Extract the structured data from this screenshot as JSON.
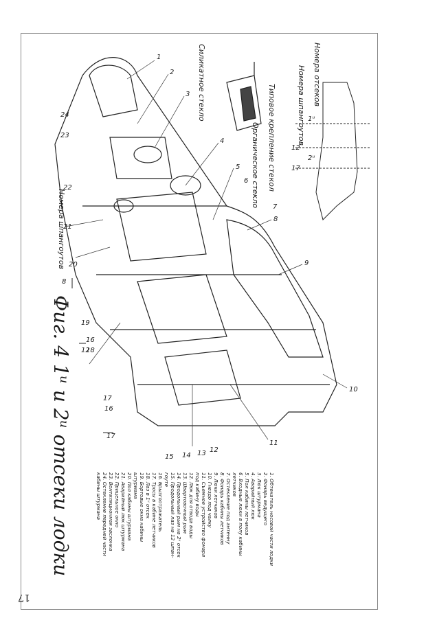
{
  "figure": {
    "caption": "Фиг. 4   1ᵘ и 2ᵘ отсеки лодки",
    "page_number": "17"
  },
  "annotations": {
    "glass_fastening": "Типовое крепление стекол",
    "organic_glass": "Органическое стекло",
    "silicate_glass": "Силикатное стекло",
    "compartment_numbers": "Номера отсеков",
    "frame_numbers_top": "Номера шпангоутов",
    "frame_numbers_bottom": "Номера шпангоутов",
    "comp_1": "1ᵘ",
    "comp_2": "2ᵘ",
    "frame_12": "12",
    "frame_17": "17",
    "frame_8": "8",
    "frame_12b": "12",
    "frame_17b": "17"
  },
  "callouts": [
    "1",
    "2",
    "3",
    "4",
    "5",
    "6",
    "7",
    "8",
    "9",
    "10",
    "11",
    "12",
    "13",
    "14",
    "15",
    "16",
    "16",
    "17",
    "18",
    "19",
    "20",
    "21",
    "22",
    "23",
    "24"
  ],
  "legend": [
    "1. Обтекатель носовой части лодки",
    "2. Фонарь ведущего",
    "3. Люк штурмана",
    "4. Аварийный люк",
    "5. Пол кабины летчиков",
    "6. Входные люки в полу кабины",
    "   летчиков",
    "7. Остекление под антенну",
    "8. Фонарь кабины летчиков",
    "9. Люки летчиков",
    "10. Гнездо под чалку",
    "11. Съемное устройство фонаря",
    "   под кабину воды",
    "12. Люк для отвода воды",
    "13. Швартовочный рым",
    "14. Продольный рым на 2ᵘ отсек",
    "15. Продольный лаз на 12 шпан-",
    "   гоуте",
    "16. Брызгоотражатель",
    "17. Тросы в кабине летчиков",
    "18. Лаз в 1ᵘ отсек",
    "19. Бортовые окна кабины",
    "   штурмана",
    "20. Пол кабины штурмана",
    "21. Аварийный люк штурмана",
    "22. Прицельное окно",
    "23. Вентиляционная заслонка",
    "24. Остекление передней части",
    "   кабины штурмана"
  ]
}
